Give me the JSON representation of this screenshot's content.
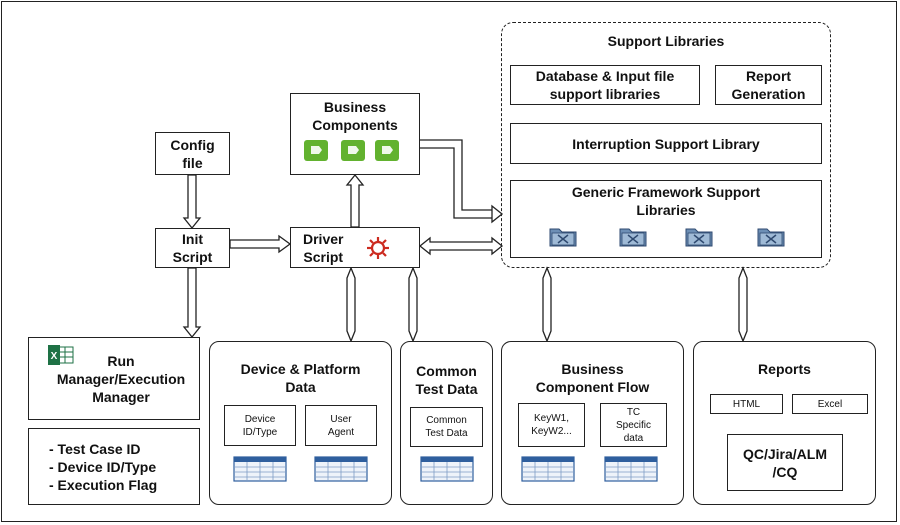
{
  "config_file": "Config\nfile",
  "init_script": "Init\nScript",
  "driver_script": "Driver\nScript",
  "business_components": "Business\nComponents",
  "support_libraries": {
    "title": "Support Libraries",
    "database_input": "Database & Input file\nsupport libraries",
    "report_generation": "Report\nGeneration",
    "interruption": "Interruption Support Library",
    "generic_framework": "Generic Framework Support\nLibraries"
  },
  "run_manager": "Run\nManager/Execution\nManager",
  "flags": "- Test Case ID\n- Device ID/Type\n- Execution Flag",
  "device_platform": {
    "title": "Device & Platform\nData",
    "device_id": "Device\nID/Type",
    "user_agent": "User\nAgent"
  },
  "common_test_data": {
    "title": "Common\nTest Data",
    "inner": "Common\nTest Data"
  },
  "business_component_flow": {
    "title": "Business\nComponent Flow",
    "keywords": "KeyW1,\nKeyW2...",
    "tc_specific": "TC\nSpecific\ndata"
  },
  "reports": {
    "title": "Reports",
    "html": "HTML",
    "excel": "Excel",
    "qc": "QC/Jira/ALM\n/CQ"
  },
  "colors": {
    "green": "#62b22f",
    "red": "#cc2a1f",
    "blue": "#2f5f9e",
    "excel_green": "#1e7145"
  }
}
